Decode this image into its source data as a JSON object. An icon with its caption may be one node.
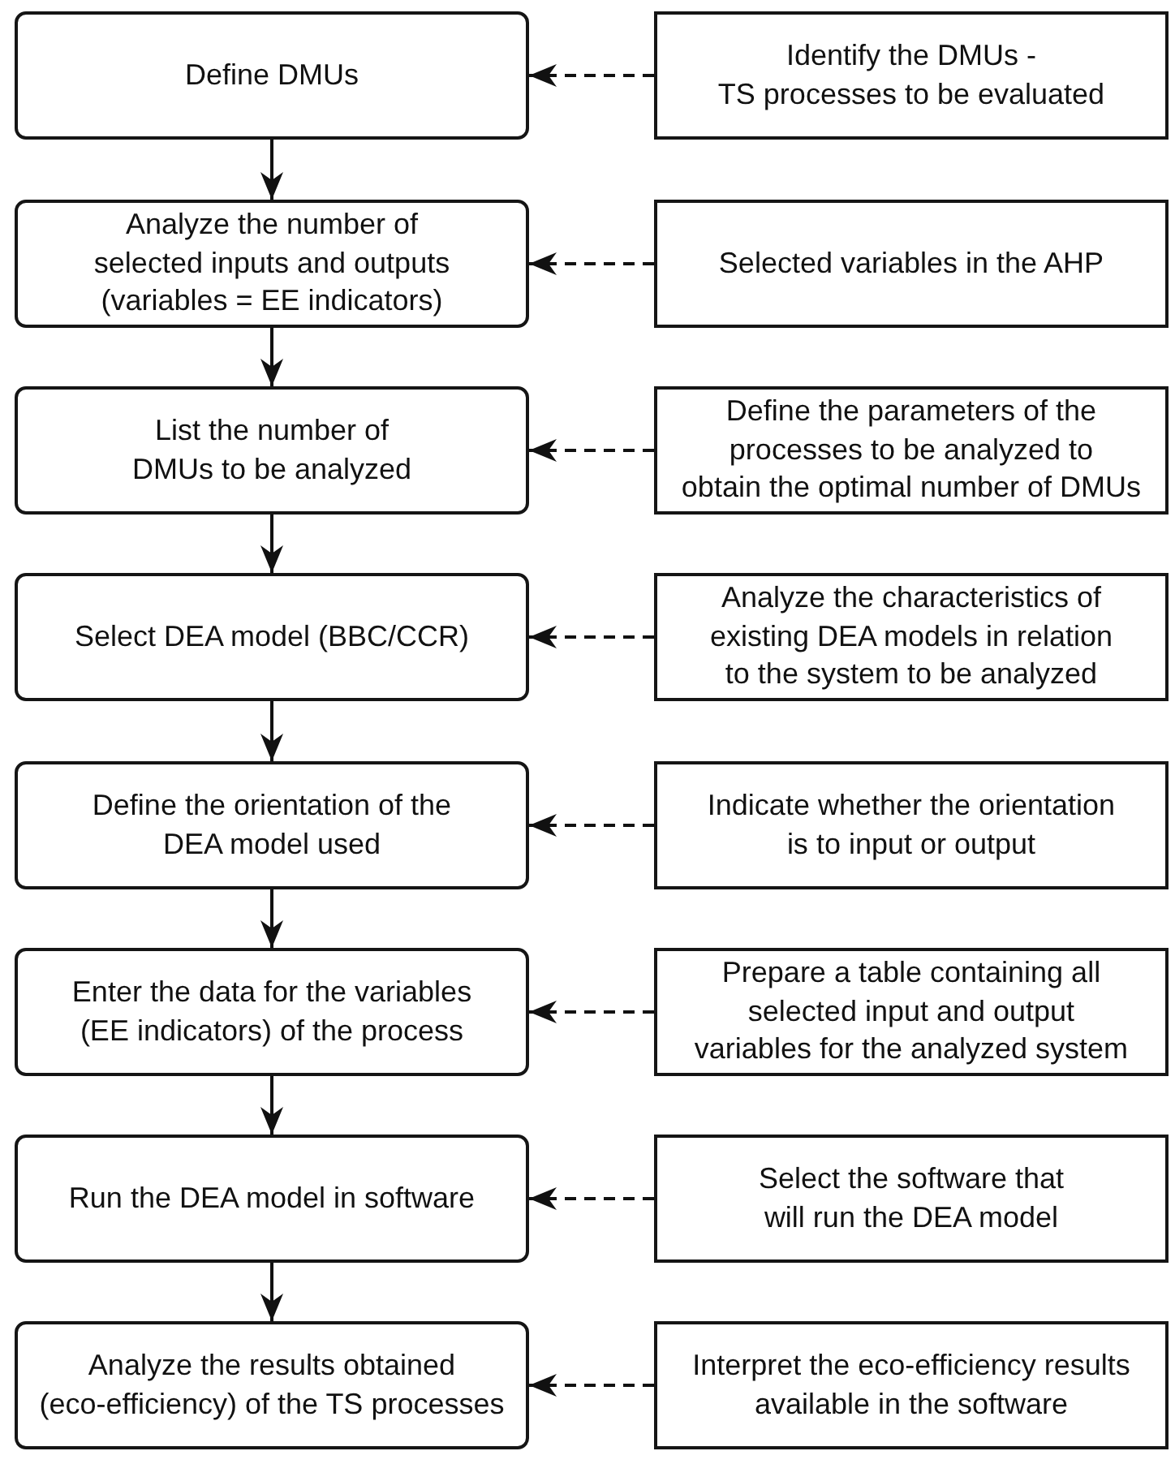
{
  "diagram": {
    "nodes": [
      {
        "text": [
          "Define DMUs"
        ]
      },
      {
        "text": [
          "Identify the DMUs - TS processes to be evaluated"
        ]
      },
      {
        "text": [
          "Analyze the number of selected inputs and outputs (variables = EE indicators)"
        ]
      },
      {
        "text": [
          "Selected variables in the AHP"
        ]
      },
      {
        "text": [
          "List the number of DMUs to be analyzed"
        ]
      },
      {
        "text": [
          "Define the parameters of the processes to be analyzed to obtain the optimal number of DMUs"
        ]
      },
      {
        "text": [
          "Select DEA model (BBC/CCR)"
        ]
      },
      {
        "text": [
          "Analyze the characteristics of existing DEA models in relation to the system to be analyzed"
        ]
      },
      {
        "text": [
          "Define the orientation of the DEA model used"
        ]
      },
      {
        "text": [
          "Indicate whether the orientation is to input or output"
        ]
      },
      {
        "text": [
          "Enter the data for the variables (EE indicators) of the process"
        ]
      },
      {
        "text": [
          "Prepare a table containing all selected input and output variables for the analyzed system"
        ]
      },
      {
        "text": [
          "Run the DEA model in software"
        ]
      },
      {
        "text": [
          "Select the software that will run the DEA model"
        ]
      },
      {
        "text": [
          "Analyze the results obtained (eco-efficiency) of the TS processes"
        ]
      },
      {
        "text": [
          "Interpret the eco-efficiency results available in the software"
        ]
      }
    ],
    "edges": [
      {
        "from": 1,
        "to": 0,
        "arrow": "to",
        "style": "dashed"
      },
      {
        "from": 0,
        "to": 2,
        "arrow": "to"
      },
      {
        "from": 3,
        "to": 2,
        "arrow": "to",
        "style": "dashed"
      },
      {
        "from": 2,
        "to": 4,
        "arrow": "to"
      },
      {
        "from": 5,
        "to": 4,
        "arrow": "to",
        "style": "dashed"
      },
      {
        "from": 4,
        "to": 6,
        "arrow": "to"
      },
      {
        "from": 7,
        "to": 6,
        "arrow": "to",
        "style": "dashed"
      },
      {
        "from": 6,
        "to": 8,
        "arrow": "to"
      },
      {
        "from": 9,
        "to": 8,
        "arrow": "to",
        "style": "dashed"
      },
      {
        "from": 8,
        "to": 10,
        "arrow": "to"
      },
      {
        "from": 11,
        "to": 10,
        "arrow": "to",
        "style": "dashed"
      },
      {
        "from": 10,
        "to": 12,
        "arrow": "to"
      },
      {
        "from": 13,
        "to": 12,
        "arrow": "to",
        "style": "dashed"
      },
      {
        "from": 12,
        "to": 14,
        "arrow": "to"
      },
      {
        "from": 15,
        "to": 14,
        "arrow": "to",
        "style": "dashed"
      }
    ]
  }
}
